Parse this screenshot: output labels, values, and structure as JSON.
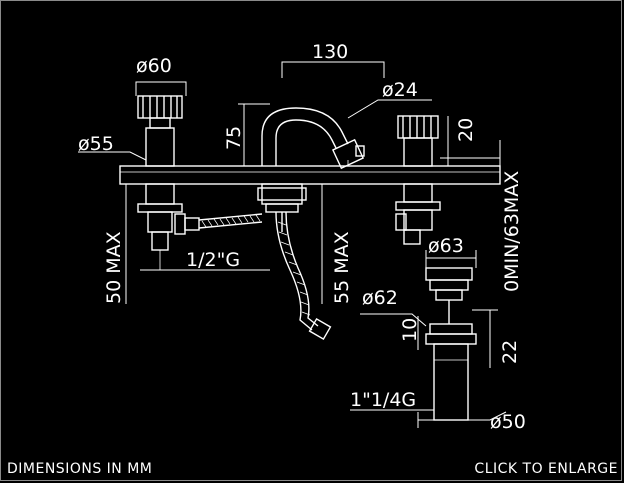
{
  "drawing": {
    "dim_130": "130",
    "dim_d60": "ø60",
    "dim_d24": "ø24",
    "dim_d55": "ø55",
    "dim_75": "75",
    "dim_20": "20",
    "dim_hole": "0MIN/63MAX",
    "dim_50max": "50 MAX",
    "dim_thread_half": "1/2\"G",
    "dim_55max": "55 MAX",
    "dim_d63": "ø63",
    "dim_d62": "ø62",
    "dim_10": "10",
    "dim_22": "22",
    "dim_thread_1_1_4": "1\"1/4G",
    "dim_d50": "ø50"
  },
  "footer": {
    "left_text": "DIMENSIONS IN MM",
    "right_text": "CLICK TO ENLARGE"
  }
}
